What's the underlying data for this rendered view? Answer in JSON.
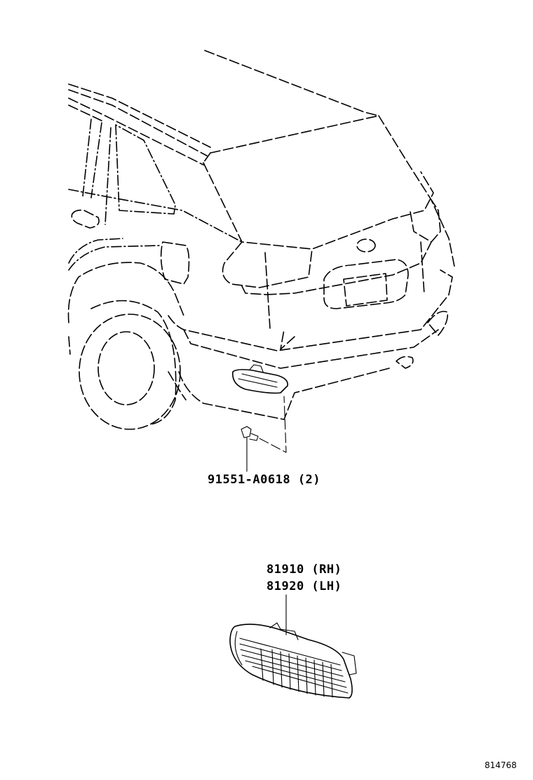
{
  "callouts": {
    "bulb": "91551-A0618 (2)",
    "lamp_rh": "81910 (RH)",
    "lamp_lh": "81920 (LH)"
  },
  "diagram_code": "814768"
}
